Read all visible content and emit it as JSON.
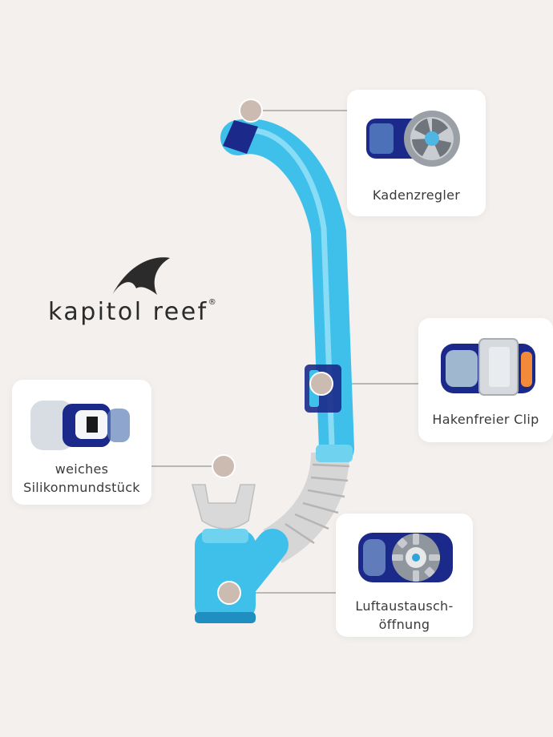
{
  "brand": {
    "name": "kapitol reef",
    "registered_mark": "®",
    "logo_icon": "fin-logo-icon"
  },
  "callouts": {
    "kadenzregler": {
      "label": "Kadenzregler",
      "icon": "cadence-valve-icon"
    },
    "clip": {
      "label": "Hakenfreier Clip",
      "icon": "hook-free-clip-icon"
    },
    "mundstueck": {
      "label_line1": "weiches",
      "label_line2": "Silikonmundstück",
      "icon": "silicone-mouthpiece-icon"
    },
    "luftaustausch": {
      "label_line1": "Luftaustausch-",
      "label_line2": "öffnung",
      "icon": "air-exchange-valve-icon"
    }
  },
  "colors": {
    "background": "#f3f0ed",
    "tube": "#3fc0ea",
    "tube_dark": "#1f8fc2",
    "navy": "#1b2a8a",
    "silicone": "#d9d9d9",
    "marker": "#cbbbb1",
    "leader": "#a8a29e"
  }
}
